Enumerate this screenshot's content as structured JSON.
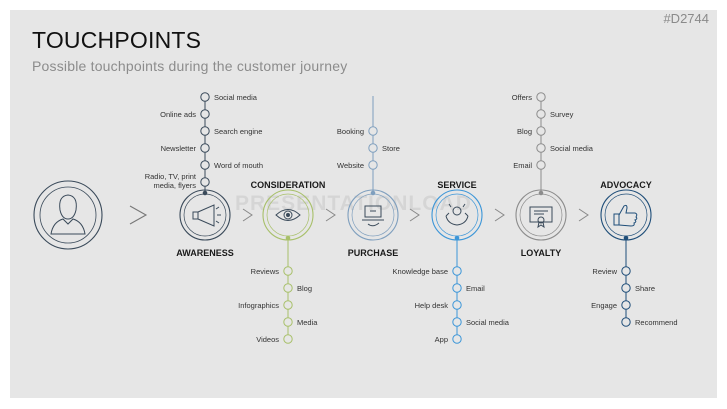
{
  "slide_id": "#D2744",
  "title": "TOUCHPOINTS",
  "subtitle": "Possible touchpoints during the customer journey",
  "watermark": "PRESENTATIONLOAD",
  "colors": {
    "dark": "#3a4a5a",
    "consideration": "#a8c06a",
    "purchase": "#7f9fbe",
    "service": "#3c96d8",
    "loyalty": "#8c8c8c",
    "advocacy": "#1f4e79"
  },
  "stages": {
    "awareness": {
      "label": "AWARENESS",
      "icon": "megaphone-icon",
      "touchpoints": [
        "Social media",
        "Online ads",
        "Search engine",
        "Newsletter",
        "Word of mouth",
        "Radio, TV, print",
        "media, flyers"
      ]
    },
    "consideration": {
      "label": "CONSIDERATION",
      "icon": "eye-icon",
      "touchpoints": [
        "Reviews",
        "Blog",
        "Infographics",
        "Media",
        "Videos"
      ]
    },
    "purchase": {
      "label": "PURCHASE",
      "icon": "laptop-cart-icon",
      "touchpoints": [
        "Booking",
        "Store",
        "Website"
      ]
    },
    "service": {
      "label": "SERVICE",
      "icon": "support-hands-icon",
      "touchpoints": [
        "Knowledge base",
        "Email",
        "Help desk",
        "Social media",
        "App"
      ]
    },
    "loyalty": {
      "label": "LOYALTY",
      "icon": "certificate-icon",
      "touchpoints": [
        "Offers",
        "Survey",
        "Blog",
        "Social media",
        "Email"
      ]
    },
    "advocacy": {
      "label": "ADVOCACY",
      "icon": "thumbs-up-icon",
      "touchpoints": [
        "Review",
        "Share",
        "Engage",
        "Recommend"
      ]
    }
  }
}
